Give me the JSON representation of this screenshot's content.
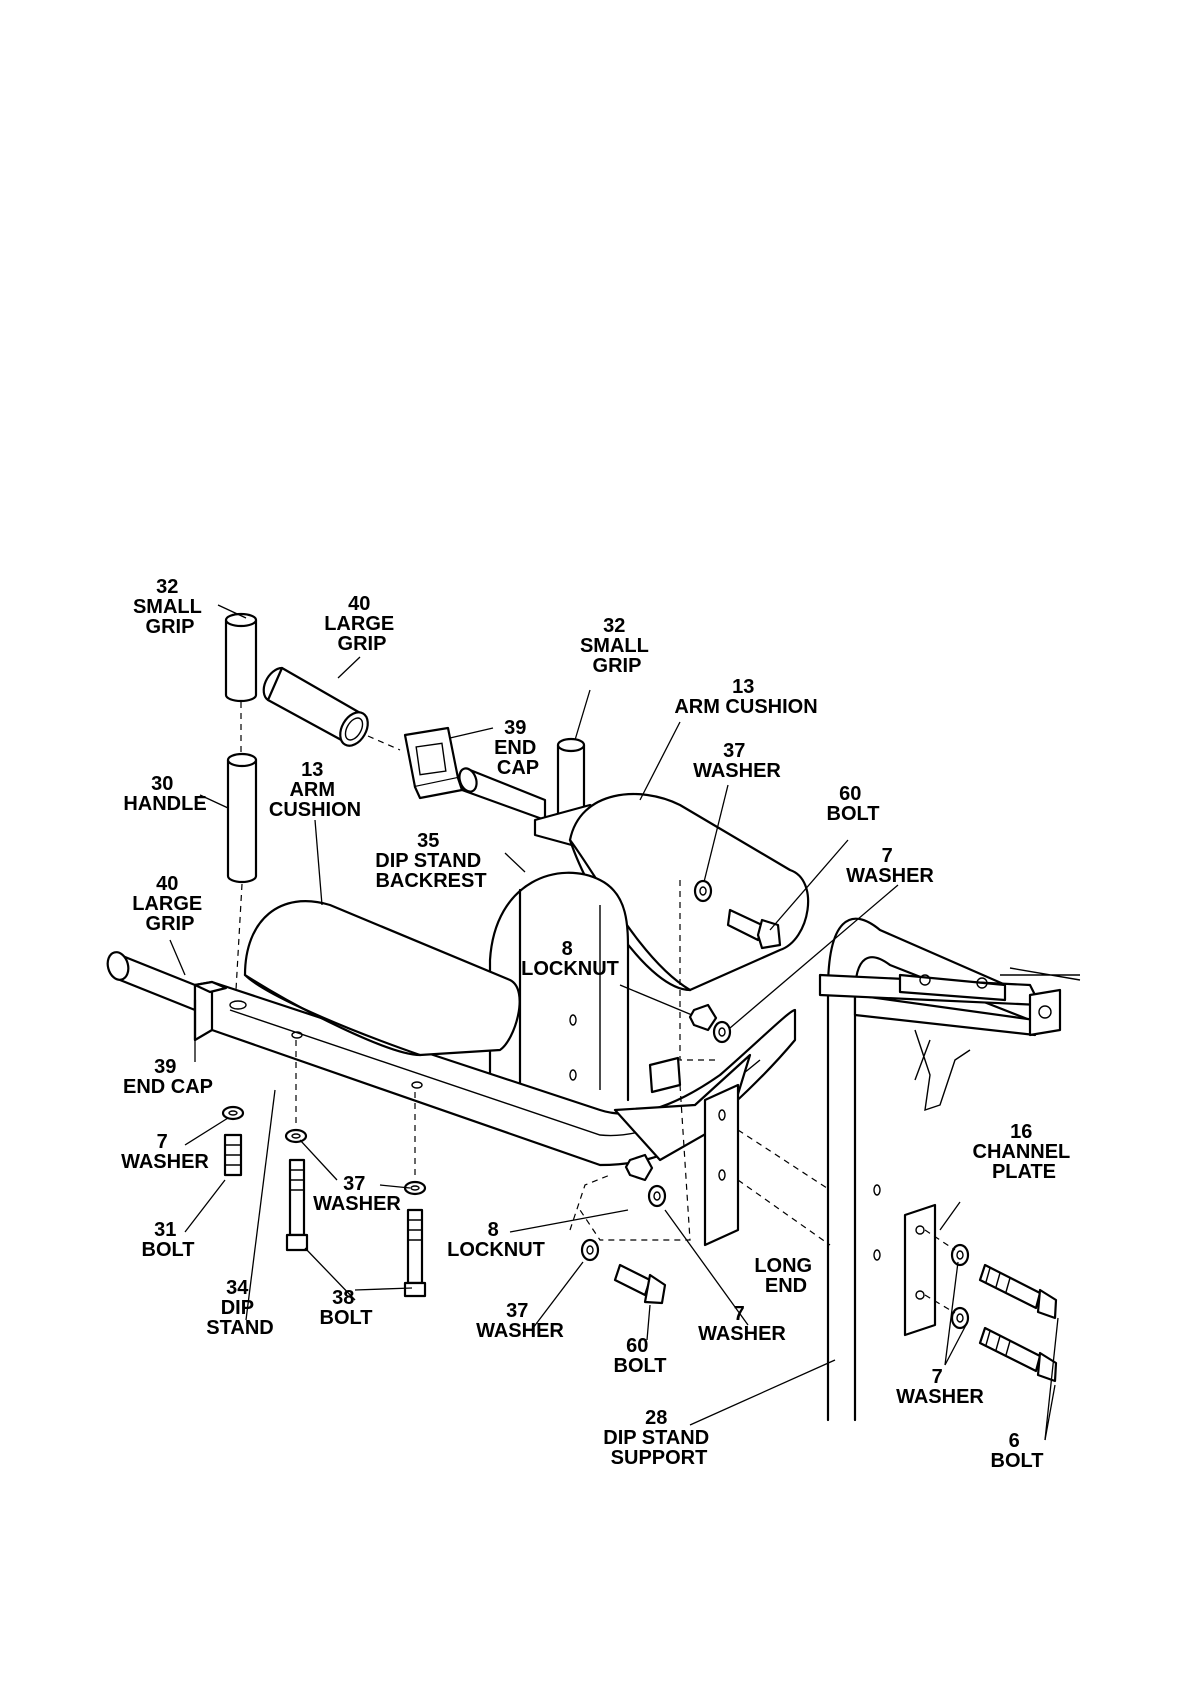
{
  "callouts": [
    {
      "id": "small-grip-left",
      "number": "32",
      "name_lines": [
        "SMALL",
        "GRIP"
      ]
    },
    {
      "id": "large-grip-top",
      "number": "40",
      "name_lines": [
        "LARGE",
        "GRIP"
      ]
    },
    {
      "id": "small-grip-right",
      "number": "32",
      "name_lines": [
        "SMALL",
        "GRIP"
      ]
    },
    {
      "id": "arm-cushion-right",
      "number": "13",
      "name_lines": [
        "ARM CUSHION"
      ]
    },
    {
      "id": "end-cap-top",
      "number": "39",
      "name_lines": [
        "END",
        "CAP"
      ]
    },
    {
      "id": "washer-37-top",
      "number": "37",
      "name_lines": [
        "WASHER"
      ]
    },
    {
      "id": "handle",
      "number": "30",
      "name_lines": [
        "HANDLE"
      ]
    },
    {
      "id": "arm-cushion-left",
      "number": "13",
      "name_lines": [
        "ARM",
        "CUSHION"
      ]
    },
    {
      "id": "bolt-60-top",
      "number": "60",
      "name_lines": [
        "BOLT"
      ]
    },
    {
      "id": "dip-stand-backrest",
      "number": "35",
      "name_lines": [
        "DIP STAND",
        "BACKREST"
      ]
    },
    {
      "id": "washer-7-top",
      "number": "7",
      "name_lines": [
        "WASHER"
      ]
    },
    {
      "id": "large-grip-left",
      "number": "40",
      "name_lines": [
        "LARGE",
        "GRIP"
      ]
    },
    {
      "id": "locknut-top",
      "number": "8",
      "name_lines": [
        "LOCKNUT"
      ]
    },
    {
      "id": "end-cap-left",
      "number": "39",
      "name_lines": [
        "END CAP"
      ]
    },
    {
      "id": "channel-plate",
      "number": "16",
      "name_lines": [
        "CHANNEL",
        "PLATE"
      ]
    },
    {
      "id": "washer-7-left",
      "number": "7",
      "name_lines": [
        "WASHER"
      ]
    },
    {
      "id": "washer-37-mid",
      "number": "37",
      "name_lines": [
        "WASHER"
      ]
    },
    {
      "id": "bolt-31",
      "number": "31",
      "name_lines": [
        "BOLT"
      ]
    },
    {
      "id": "locknut-bottom",
      "number": "8",
      "name_lines": [
        "LOCKNUT"
      ]
    },
    {
      "id": "long-end",
      "number": "",
      "name_lines": [
        "LONG",
        "END"
      ]
    },
    {
      "id": "dip-stand",
      "number": "34",
      "name_lines": [
        "DIP",
        "STAND"
      ]
    },
    {
      "id": "bolt-38",
      "number": "38",
      "name_lines": [
        "BOLT"
      ]
    },
    {
      "id": "washer-37-bottom",
      "number": "37",
      "name_lines": [
        "WASHER"
      ]
    },
    {
      "id": "bolt-60-bottom",
      "number": "60",
      "name_lines": [
        "BOLT"
      ]
    },
    {
      "id": "washer-7-bottom",
      "number": "7",
      "name_lines": [
        "WASHER"
      ]
    },
    {
      "id": "washer-7-right",
      "number": "7",
      "name_lines": [
        "WASHER"
      ]
    },
    {
      "id": "dip-stand-support",
      "number": "28",
      "name_lines": [
        "DIP STAND",
        "SUPPORT"
      ]
    },
    {
      "id": "bolt-6",
      "number": "6",
      "name_lines": [
        "BOLT"
      ]
    }
  ]
}
